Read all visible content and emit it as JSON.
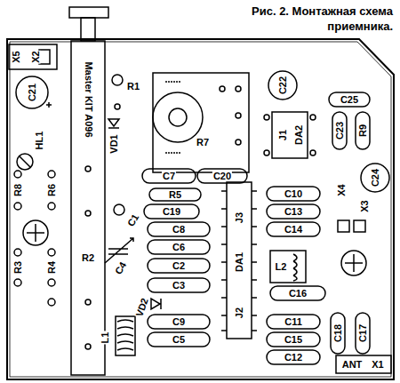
{
  "diagram": {
    "caption": "Рис. 2. Монтажная схема приемника.",
    "labels": [
      "X5",
      "X2",
      "C21",
      "HL1",
      "R8",
      "R6",
      "R3",
      "R4",
      "Master KIT A096",
      "R2",
      "R1",
      "VD1",
      "R7",
      "C22",
      "DA2",
      "J1",
      "C25",
      "C23",
      "R9",
      "C24",
      "X4",
      "X3",
      "C7",
      "C20",
      "R5",
      "C19",
      "C8",
      "C6",
      "C2",
      "C3",
      "C9",
      "C5",
      "C1",
      "C4",
      "VD2",
      "L1",
      "J3",
      "DA1",
      "J2",
      "C10",
      "C13",
      "C14",
      "L2",
      "C16",
      "C11",
      "C15",
      "C12",
      "C18",
      "C17",
      "ANT",
      "X1"
    ]
  }
}
